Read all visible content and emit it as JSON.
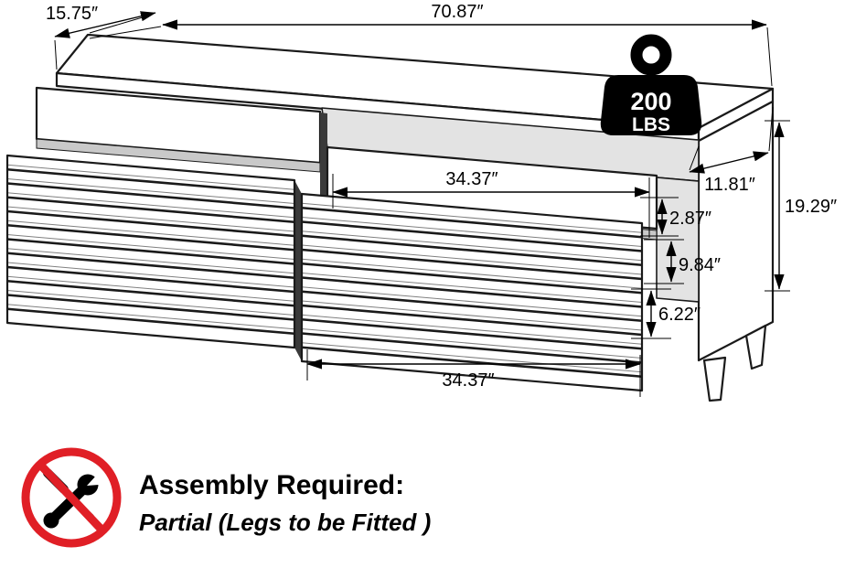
{
  "diagram": {
    "dimensions": {
      "top_depth": "15.75″",
      "top_width": "70.87″",
      "drawer_opening_width": "34.37″",
      "side_depth": "11.81″",
      "shelf_gap_height": "2.87″",
      "drawer_height": "9.84″",
      "base_height": "6.22″",
      "overall_height": "19.29″",
      "door_width": "34.37″"
    },
    "weight_capacity": {
      "value": "200",
      "unit": "LBS"
    },
    "assembly_note": {
      "title": "Assembly Required:",
      "detail": "Partial (Legs to be Fitted )"
    },
    "colors": {
      "line": "#000000",
      "prohibition": "#e01f26",
      "weight_fill": "#000000"
    },
    "icons": [
      "weight-icon",
      "no-tools-icon"
    ]
  }
}
